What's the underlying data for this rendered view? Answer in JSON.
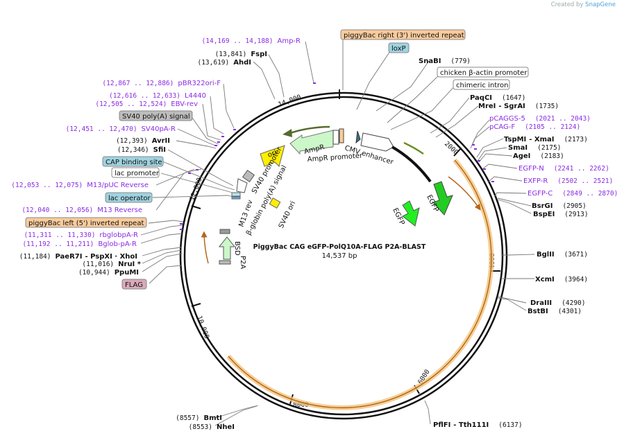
{
  "credit": {
    "prefix": "Created by",
    "brand": "SnapGene"
  },
  "title": {
    "name": "PiggyBac CAG eGFP-PolQ10A-FLAG P2A-BLAST",
    "size": "14,537 bp"
  },
  "ruler": [
    "2000",
    "4000",
    "6000",
    "8000",
    "10,000",
    "12,000",
    "14,000"
  ],
  "colors": {
    "pur": "#8a2be2",
    "orange": "#f9cb9c",
    "blue": "#9fd3e0",
    "gray": "#bdbdbd",
    "pink": "#d9a9b9",
    "green": "#33dd33",
    "yellow": "#ffee00"
  },
  "labels": [
    {
      "id": "amp-r-primer",
      "pre": "(14,169 .. 14,188)",
      "name": "Amp-R",
      "color": "pur"
    },
    {
      "id": "fspi",
      "pre": "(13,841)",
      "name": "FspI",
      "color": "black"
    },
    {
      "id": "ahdi",
      "pre": "(13,619)",
      "name": "AhdI",
      "color": "black"
    },
    {
      "id": "pbr322ori-f",
      "pre": "(12,867 .. 12,886)",
      "name": "pBR322ori-F",
      "color": "pur"
    },
    {
      "id": "l4440",
      "pre": "(12,616 .. 12,633)",
      "name": "L4440",
      "color": "pur"
    },
    {
      "id": "ebv-rev",
      "pre": "(12,505 .. 12,524)",
      "name": "EBV-rev",
      "color": "pur"
    },
    {
      "id": "sv40pa-r",
      "pre": "(12,451 .. 12,470)",
      "name": "SV40pA-R",
      "color": "pur"
    },
    {
      "id": "avrii",
      "pre": "(12,393)",
      "name": "AvrII",
      "color": "black"
    },
    {
      "id": "sfii",
      "pre": "(12,346)",
      "name": "SfiI",
      "color": "black"
    },
    {
      "id": "m13-puc-rev",
      "pre": "(12,053 .. 12,075)",
      "name": "M13/pUC Reverse",
      "color": "pur"
    },
    {
      "id": "m13-rev-primer",
      "pre": "(12,040 .. 12,056)",
      "name": "M13 Reverse",
      "color": "pur"
    },
    {
      "id": "rbglobpa-r",
      "pre": "(11,311 .. 11,330)",
      "name": "rbglobpA-R",
      "color": "pur"
    },
    {
      "id": "bglob-pa-r",
      "pre": "(11,192 .. 11,211)",
      "name": "Bglob-pA-R",
      "color": "pur"
    },
    {
      "id": "paer7i",
      "pre": "(11,184)",
      "name": "PaeR7I",
      "color": "black",
      "extra": "- PspXI · XhoI"
    },
    {
      "id": "nrui",
      "pre": "(11,016)",
      "name": "NruI *",
      "color": "black"
    },
    {
      "id": "ppumi",
      "pre": "(10,944)",
      "name": "PpuMI",
      "color": "black"
    },
    {
      "id": "snabi",
      "name": "SnaBI",
      "post": "(779)",
      "color": "black"
    },
    {
      "id": "paqci",
      "name": "PaqCI",
      "post": "(1647)",
      "color": "black"
    },
    {
      "id": "mrei",
      "name": "MreI",
      "extra": "- SgrAI",
      "post": "(1735)",
      "color": "black"
    },
    {
      "id": "pcaggs-5",
      "name": "pCAGGS-5",
      "post": "(2021 .. 2043)",
      "color": "pur"
    },
    {
      "id": "pcag-f",
      "name": "pCAG-F",
      "post": "(2105 .. 2124)",
      "color": "pur"
    },
    {
      "id": "tspmi",
      "name": "TspMI",
      "extra": "- XmaI",
      "post": "(2173)",
      "color": "black"
    },
    {
      "id": "smai",
      "name": "SmaI",
      "post": "(2175)",
      "color": "black"
    },
    {
      "id": "agei",
      "name": "AgeI",
      "post": "(2183)",
      "color": "black"
    },
    {
      "id": "egfp-n",
      "name": "EGFP-N",
      "post": "(2241 .. 2262)",
      "color": "pur"
    },
    {
      "id": "exfp-r",
      "name": "EXFP-R",
      "post": "(2502 .. 2521)",
      "color": "pur"
    },
    {
      "id": "egfp-c",
      "name": "EGFP-C",
      "post": "(2849 .. 2870)",
      "color": "pur"
    },
    {
      "id": "bsrgi",
      "name": "BsrGI",
      "post": "(2905)",
      "color": "black"
    },
    {
      "id": "bspei",
      "name": "BspEI",
      "post": "(2913)",
      "color": "black"
    },
    {
      "id": "bglii",
      "name": "BglII",
      "post": "(3671)",
      "color": "black"
    },
    {
      "id": "xcmi",
      "name": "XcmI",
      "post": "(3964)",
      "color": "black"
    },
    {
      "id": "draiii",
      "name": "DraIII",
      "post": "(4290)",
      "color": "black"
    },
    {
      "id": "bstbi",
      "name": "BstBI",
      "post": "(4301)",
      "color": "black"
    },
    {
      "id": "bmti",
      "pre": "(8557)",
      "name": "BmtI",
      "color": "black"
    },
    {
      "id": "nhei",
      "pre": "(8553)",
      "name": "NheI",
      "color": "black"
    },
    {
      "id": "pflfi",
      "name": "PflFI",
      "extra": "- Tth111I",
      "post": "(6137)",
      "color": "black"
    }
  ],
  "boxes": [
    {
      "id": "pb-right",
      "text": "piggyBac right (3') inverted repeat",
      "fill": "orange"
    },
    {
      "id": "loxp",
      "text": "loxP",
      "fill": "blue"
    },
    {
      "id": "chicken-actin",
      "text": "chicken β-actin promoter",
      "fill": "white"
    },
    {
      "id": "chimeric",
      "text": "chimeric intron",
      "fill": "white"
    },
    {
      "id": "sv40-polya",
      "text": "SV40 poly(A) signal",
      "fill": "gray"
    },
    {
      "id": "cap-site",
      "text": "CAP binding site",
      "fill": "blue"
    },
    {
      "id": "lac-promoter",
      "text": "lac promoter",
      "fill": "white"
    },
    {
      "id": "lac-operator",
      "text": "lac operator",
      "fill": "blue"
    },
    {
      "id": "pb-left",
      "text": "piggyBac left (5') inverted repeat",
      "fill": "orange"
    },
    {
      "id": "flag",
      "text": "FLAG",
      "fill": "pink"
    }
  ],
  "features": {
    "ori": "ori",
    "ampr": "AmpR",
    "ampr_promoter": "AmpR promoter",
    "cmv": "CMV enhancer",
    "egfp": "EGFP",
    "egfp_inner": "EGFP",
    "sv40_ori": "SV40 ori",
    "sv40_promoter": "SV40 promoter",
    "bglob_pa": "β-globin poly(A) signal",
    "m13_rev": "M13 rev",
    "bsd": "BSD",
    "p2a": "P2A"
  }
}
